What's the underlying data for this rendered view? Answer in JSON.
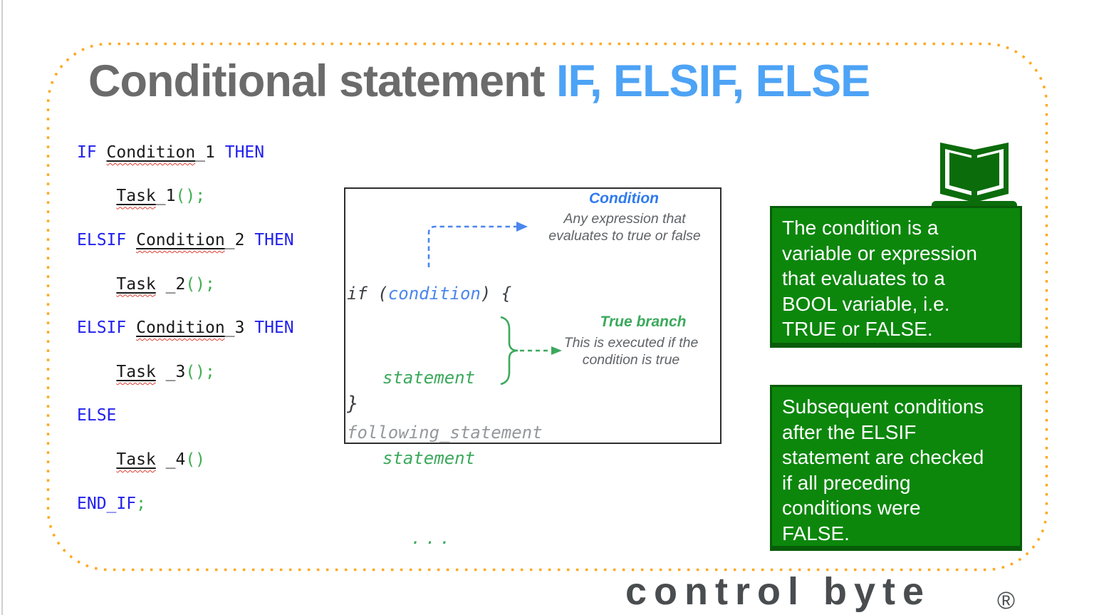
{
  "title": {
    "gray_part": "Conditional statement ",
    "blue_part": "IF, ELSIF, ELSE"
  },
  "code": {
    "lines": [
      [
        {
          "t": "IF ",
          "c": "kw"
        },
        {
          "t": "Condition",
          "c": "uw"
        },
        {
          "t": "_1 ",
          "c": "pl"
        },
        {
          "t": "THEN",
          "c": "kw"
        }
      ],
      [
        {
          "t": "    ",
          "c": "pl"
        },
        {
          "t": "Task",
          "c": "uw"
        },
        {
          "t": "_1",
          "c": "pl"
        },
        {
          "t": "()",
          "c": "gr"
        },
        {
          "t": ";",
          "c": "gr"
        }
      ],
      [
        {
          "t": "ELSIF ",
          "c": "kw"
        },
        {
          "t": "Condition",
          "c": "uw"
        },
        {
          "t": "_2 ",
          "c": "pl"
        },
        {
          "t": "THEN",
          "c": "kw"
        }
      ],
      [
        {
          "t": "    ",
          "c": "pl"
        },
        {
          "t": "Task",
          "c": "uw"
        },
        {
          "t": " _2",
          "c": "pl"
        },
        {
          "t": "()",
          "c": "gr"
        },
        {
          "t": ";",
          "c": "gr"
        }
      ],
      [
        {
          "t": "ELSIF ",
          "c": "kw"
        },
        {
          "t": "Condition",
          "c": "uw"
        },
        {
          "t": "_3 ",
          "c": "pl"
        },
        {
          "t": "THEN",
          "c": "kw"
        }
      ],
      [
        {
          "t": "    ",
          "c": "pl"
        },
        {
          "t": "Task",
          "c": "uw"
        },
        {
          "t": " _3",
          "c": "pl"
        },
        {
          "t": "()",
          "c": "gr"
        },
        {
          "t": ";",
          "c": "gr"
        }
      ],
      [
        {
          "t": "ELSE",
          "c": "kw"
        }
      ],
      [
        {
          "t": "    ",
          "c": "pl"
        },
        {
          "t": "Task",
          "c": "uw"
        },
        {
          "t": " _4",
          "c": "pl"
        },
        {
          "t": "()",
          "c": "gr"
        }
      ],
      [
        {
          "t": "END_IF",
          "c": "kw"
        },
        {
          "t": ";",
          "c": "gr"
        }
      ]
    ]
  },
  "diagram": {
    "condition_label": "Condition",
    "condition_note": [
      "Any expression that",
      "evaluates to true or false"
    ],
    "if_line": [
      {
        "t": "if ",
        "c": "dk"
      },
      {
        "t": "(",
        "c": "dk"
      },
      {
        "t": "condition",
        "c": "bl"
      },
      {
        "t": ") ",
        "c": "dk"
      },
      {
        "t": "{",
        "c": "dk"
      }
    ],
    "statements": [
      "statement",
      "statement",
      "..."
    ],
    "true_branch_label": "True branch",
    "true_branch_note": [
      "This is executed if the",
      "condition is true"
    ],
    "close_brace": "}",
    "following_statement": "following_statement"
  },
  "notes": [
    {
      "lines": [
        "The condition is a variable or expression that evaluates to a BOOL variable, i.e. TRUE or FALSE."
      ],
      "wrapped": [
        "The condition is a",
        "variable or expression",
        "that evaluates to a",
        "BOOL variable, i.e.",
        "TRUE or FALSE."
      ]
    },
    {
      "lines": [
        "Subsequent conditions after the ELSIF statement are checked if all preceding conditions were FALSE."
      ],
      "wrapped": [
        "Subsequent conditions",
        "after the ELSIF",
        "statement are checked",
        "if all preceding",
        "conditions were",
        "FALSE."
      ]
    }
  ],
  "logo": {
    "text": "control byte",
    "registered": "®"
  },
  "icons": {
    "book_icon": "open-book"
  },
  "colors": {
    "title_gray": "#6b6b6b",
    "title_blue": "#4da3f5",
    "code_keyword_blue": "#2121ee",
    "code_green": "#3cae4e",
    "code_black": "#1a1a1a",
    "spellcheck_red": "#e03c31",
    "diagram_blue": "#4a86ee",
    "diagram_green": "#3ba95c",
    "diagram_gray": "#5f6368",
    "diagram_dim_gray": "#94989c",
    "note_box_fill": "#0c870c",
    "note_box_border": "#085c08",
    "book_green": "#0b6c0b",
    "dotted_border_orange": "#ffa81c",
    "logo_gray": "#4a4d4f"
  }
}
